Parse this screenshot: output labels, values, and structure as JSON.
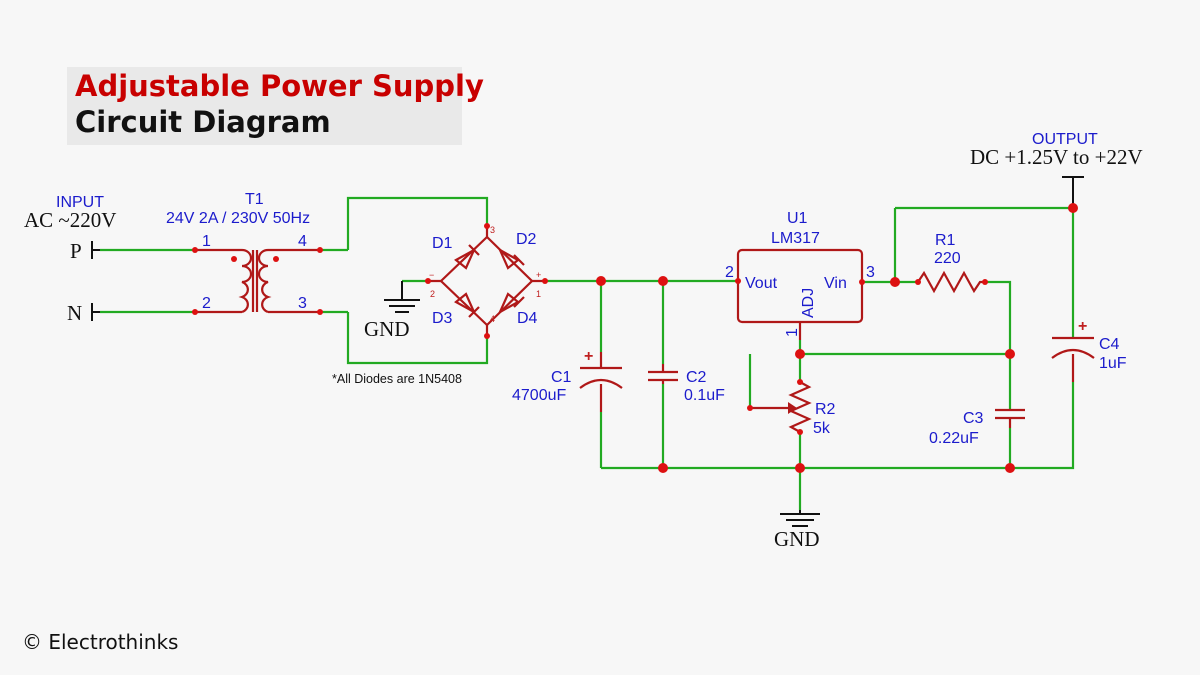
{
  "header": {
    "title_line1": "Adjustable Power Supply",
    "title_line2": "Circuit Diagram"
  },
  "footer": {
    "copyright": "© Electrothinks"
  },
  "input": {
    "label": "INPUT",
    "voltage": "AC ~220V",
    "p_terminal": "P",
    "n_terminal": "N"
  },
  "output": {
    "label": "OUTPUT",
    "voltage": "DC +1.25V to +22V"
  },
  "transformer": {
    "ref": "T1",
    "rating": "24V 2A / 230V 50Hz",
    "pins": [
      "1",
      "2",
      "4",
      "3"
    ]
  },
  "bridge": {
    "diodes": [
      "D1",
      "D2",
      "D3",
      "D4"
    ],
    "pins": [
      "3",
      "2",
      "1",
      "4"
    ],
    "signs": [
      "−",
      "+"
    ],
    "note": "*All Diodes are 1N5408"
  },
  "regulator": {
    "ref": "U1",
    "part": "LM317",
    "pin_vout": "Vout",
    "pin_vin": "Vin",
    "pin_adj": "ADJ",
    "pin_numbers": [
      "2",
      "3",
      "1"
    ]
  },
  "components": {
    "c1": {
      "ref": "C1",
      "value": "4700uF"
    },
    "c2": {
      "ref": "C2",
      "value": "0.1uF"
    },
    "c3": {
      "ref": "C3",
      "value": "0.22uF"
    },
    "c4": {
      "ref": "C4",
      "value": "1uF"
    },
    "r1": {
      "ref": "R1",
      "value": "220"
    },
    "r2": {
      "ref": "R2",
      "value": "5k"
    },
    "polarity": "+"
  },
  "ground": {
    "label": "GND"
  }
}
